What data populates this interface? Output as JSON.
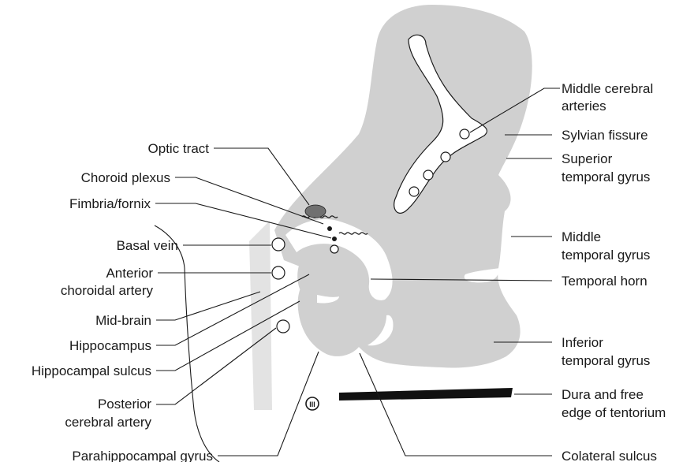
{
  "colors": {
    "tissue": "#d0d0d0",
    "midbrain_band": "#e3e3e3",
    "outline": "#1a1a1a",
    "dark_vessel": "#707070",
    "dura": "#111111",
    "background": "#ffffff"
  },
  "labels": {
    "optic_tract": "Optic tract",
    "choroid_plexus": "Choroid plexus",
    "fimbria_fornix": "Fimbria/fornix",
    "basal_vein": "Basal vein",
    "anterior_choroidal_artery_1": "Anterior",
    "anterior_choroidal_artery_2": "choroidal artery",
    "mid_brain": "Mid-brain",
    "hippocampus": "Hippocampus",
    "hippocampal_sulcus": "Hippocampal sulcus",
    "posterior_cerebral_artery_1": "Posterior",
    "posterior_cerebral_artery_2": "cerebral artery",
    "parahippocampal_gyrus": "Parahippocampal gyrus",
    "middle_cerebral_arteries_1": "Middle cerebral",
    "middle_cerebral_arteries_2": "arteries",
    "sylvian_fissure": "Sylvian fissure",
    "superior_temporal_gyrus_1": "Superior",
    "superior_temporal_gyrus_2": "temporal gyrus",
    "middle_temporal_gyrus_1": "Middle",
    "middle_temporal_gyrus_2": "temporal gyrus",
    "temporal_horn": "Temporal horn",
    "inferior_temporal_gyrus_1": "Inferior",
    "inferior_temporal_gyrus_2": "temporal gyrus",
    "dura_free_edge_1": "Dura and free",
    "dura_free_edge_2": "edge of tentorium",
    "collateral_sulcus": "Colateral sulcus",
    "third_nerve_marker": "III"
  }
}
